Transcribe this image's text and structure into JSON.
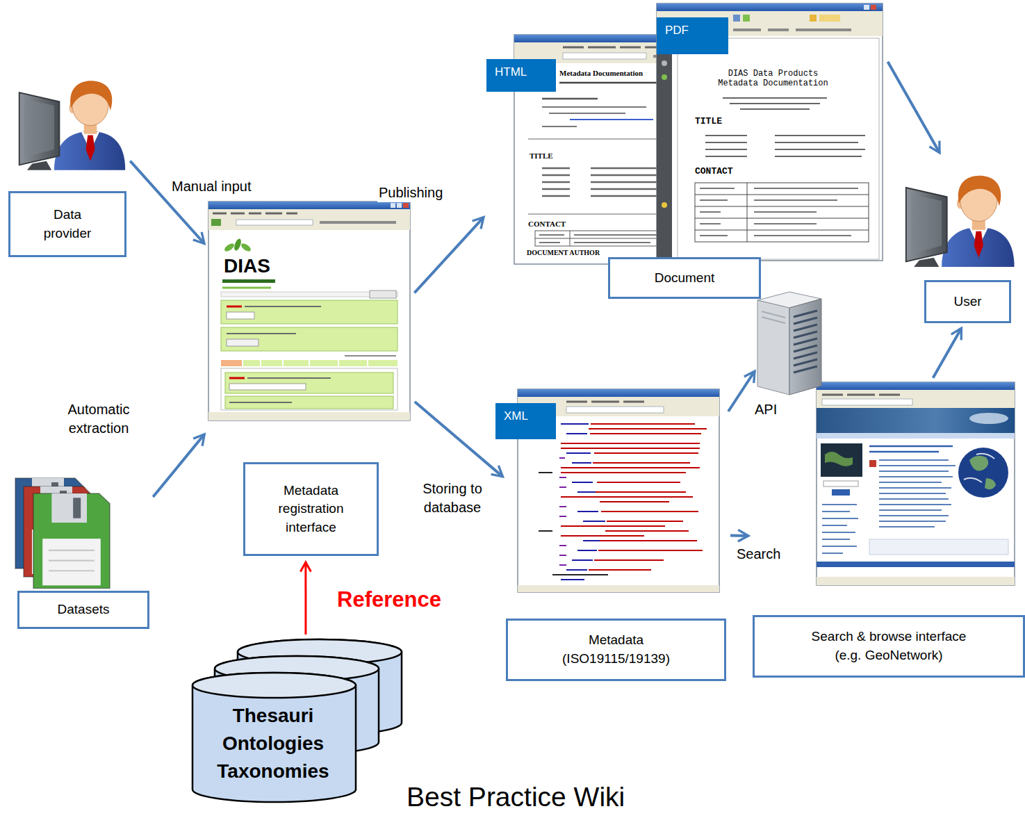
{
  "diagram": {
    "nodes": [
      {
        "text": [
          "PDF"
        ]
      },
      {
        "text": [
          "HTML"
        ]
      },
      {
        "text": [
          "Data provider"
        ]
      },
      {
        "text": [
          "Document"
        ]
      },
      {
        "text": [
          "User"
        ]
      },
      {
        "text": [
          "Metadata registration interface"
        ]
      },
      {
        "text": [
          "XML"
        ]
      },
      {
        "text": [
          "Datasets"
        ]
      },
      {
        "text": [
          "Metadata (ISO19115/19139)"
        ]
      },
      {
        "text": [
          "Search & browse interface (e.g. GeoNetwork)"
        ]
      },
      {
        "text": [
          "Thesauri Ontologies Taxonomies"
        ]
      }
    ],
    "edges": [
      {
        "from": 2,
        "to": 5,
        "label": "Manual input",
        "arrow": "to"
      },
      {
        "from": 7,
        "to": 5,
        "label": "Automatic extraction",
        "arrow": "to"
      },
      {
        "from": 5,
        "to": 3,
        "label": "Publishing",
        "arrow": "to"
      },
      {
        "from": 5,
        "to": 8,
        "label": "Storing to database",
        "arrow": "to"
      },
      {
        "from": 3,
        "to": 4,
        "arrow": "to"
      },
      {
        "from": 8,
        "to": 9,
        "label": "Search",
        "arrow": "to"
      },
      {
        "from": 9,
        "to": 4,
        "arrow": "to"
      },
      {
        "from": 10,
        "to": 5,
        "label": "Reference",
        "arrow": "to"
      }
    ],
    "labels": [
      "Metadata Documentation",
      "DIAS Data Products Metadata Documentation",
      "TITLE",
      "TITLE",
      "CONTACT",
      "CONTACT",
      "DOCUMENT AUTHOR",
      "DIAS",
      "API",
      "Best Practice Wiki"
    ]
  }
}
